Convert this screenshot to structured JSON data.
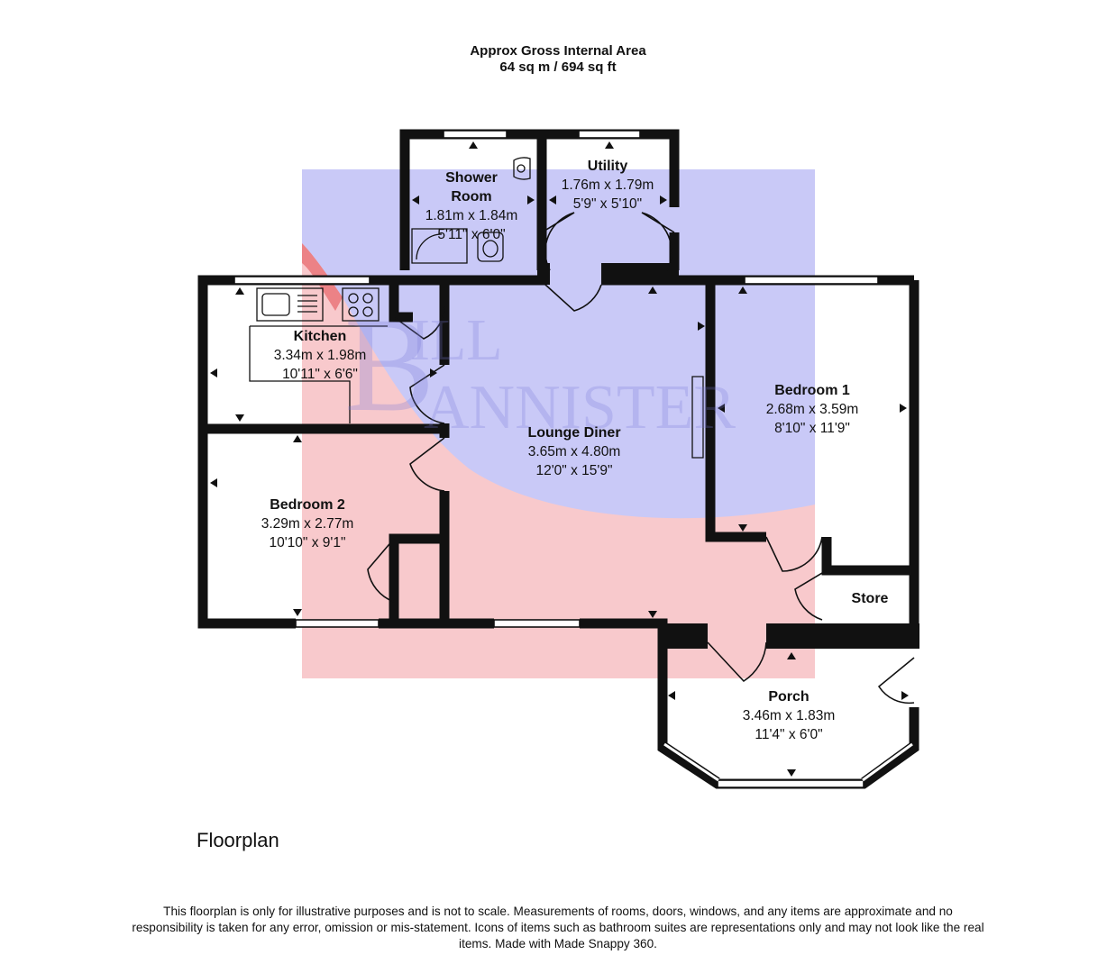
{
  "header": {
    "line1": "Approx Gross Internal Area",
    "line2": "64 sq m / 694 sq ft"
  },
  "watermark": {
    "brand_text": "BILL BANNISTER",
    "colors": {
      "blue": "#c9c9f7",
      "pink": "#f8c9cc",
      "red": "#e2474c"
    }
  },
  "rooms": [
    {
      "key": "shower",
      "name": "Shower Room",
      "name_line1": "Shower",
      "name_line2": "Room",
      "metric": "1.81m x 1.84m",
      "imperial": "5'11\" x 6'0\""
    },
    {
      "key": "utility",
      "name": "Utility",
      "metric": "1.76m x 1.79m",
      "imperial": "5'9\" x 5'10\""
    },
    {
      "key": "kitchen",
      "name": "Kitchen",
      "metric": "3.34m x 1.98m",
      "imperial": "10'11\" x 6'6\""
    },
    {
      "key": "lounge",
      "name": "Lounge Diner",
      "metric": "3.65m x 4.80m",
      "imperial": "12'0\" x 15'9\""
    },
    {
      "key": "bedroom1",
      "name": "Bedroom 1",
      "metric": "2.68m x 3.59m",
      "imperial": "8'10\" x 11'9\""
    },
    {
      "key": "bedroom2",
      "name": "Bedroom 2",
      "metric": "3.29m x 2.77m",
      "imperial": "10'10\" x 9'1\""
    },
    {
      "key": "store",
      "name": "Store"
    },
    {
      "key": "porch",
      "name": "Porch",
      "metric": "3.46m x 1.83m",
      "imperial": "11'4\" x 6'0\""
    }
  ],
  "floor_title": "Floorplan",
  "disclaimer": "This floorplan is only for illustrative purposes and is not to scale. Measurements of rooms, doors, windows, and any items are approximate and no responsibility is taken for any error, omission or mis-statement. Icons of items such as bathroom suites are representations only and may not look like the real items. Made with Made Snappy 360."
}
